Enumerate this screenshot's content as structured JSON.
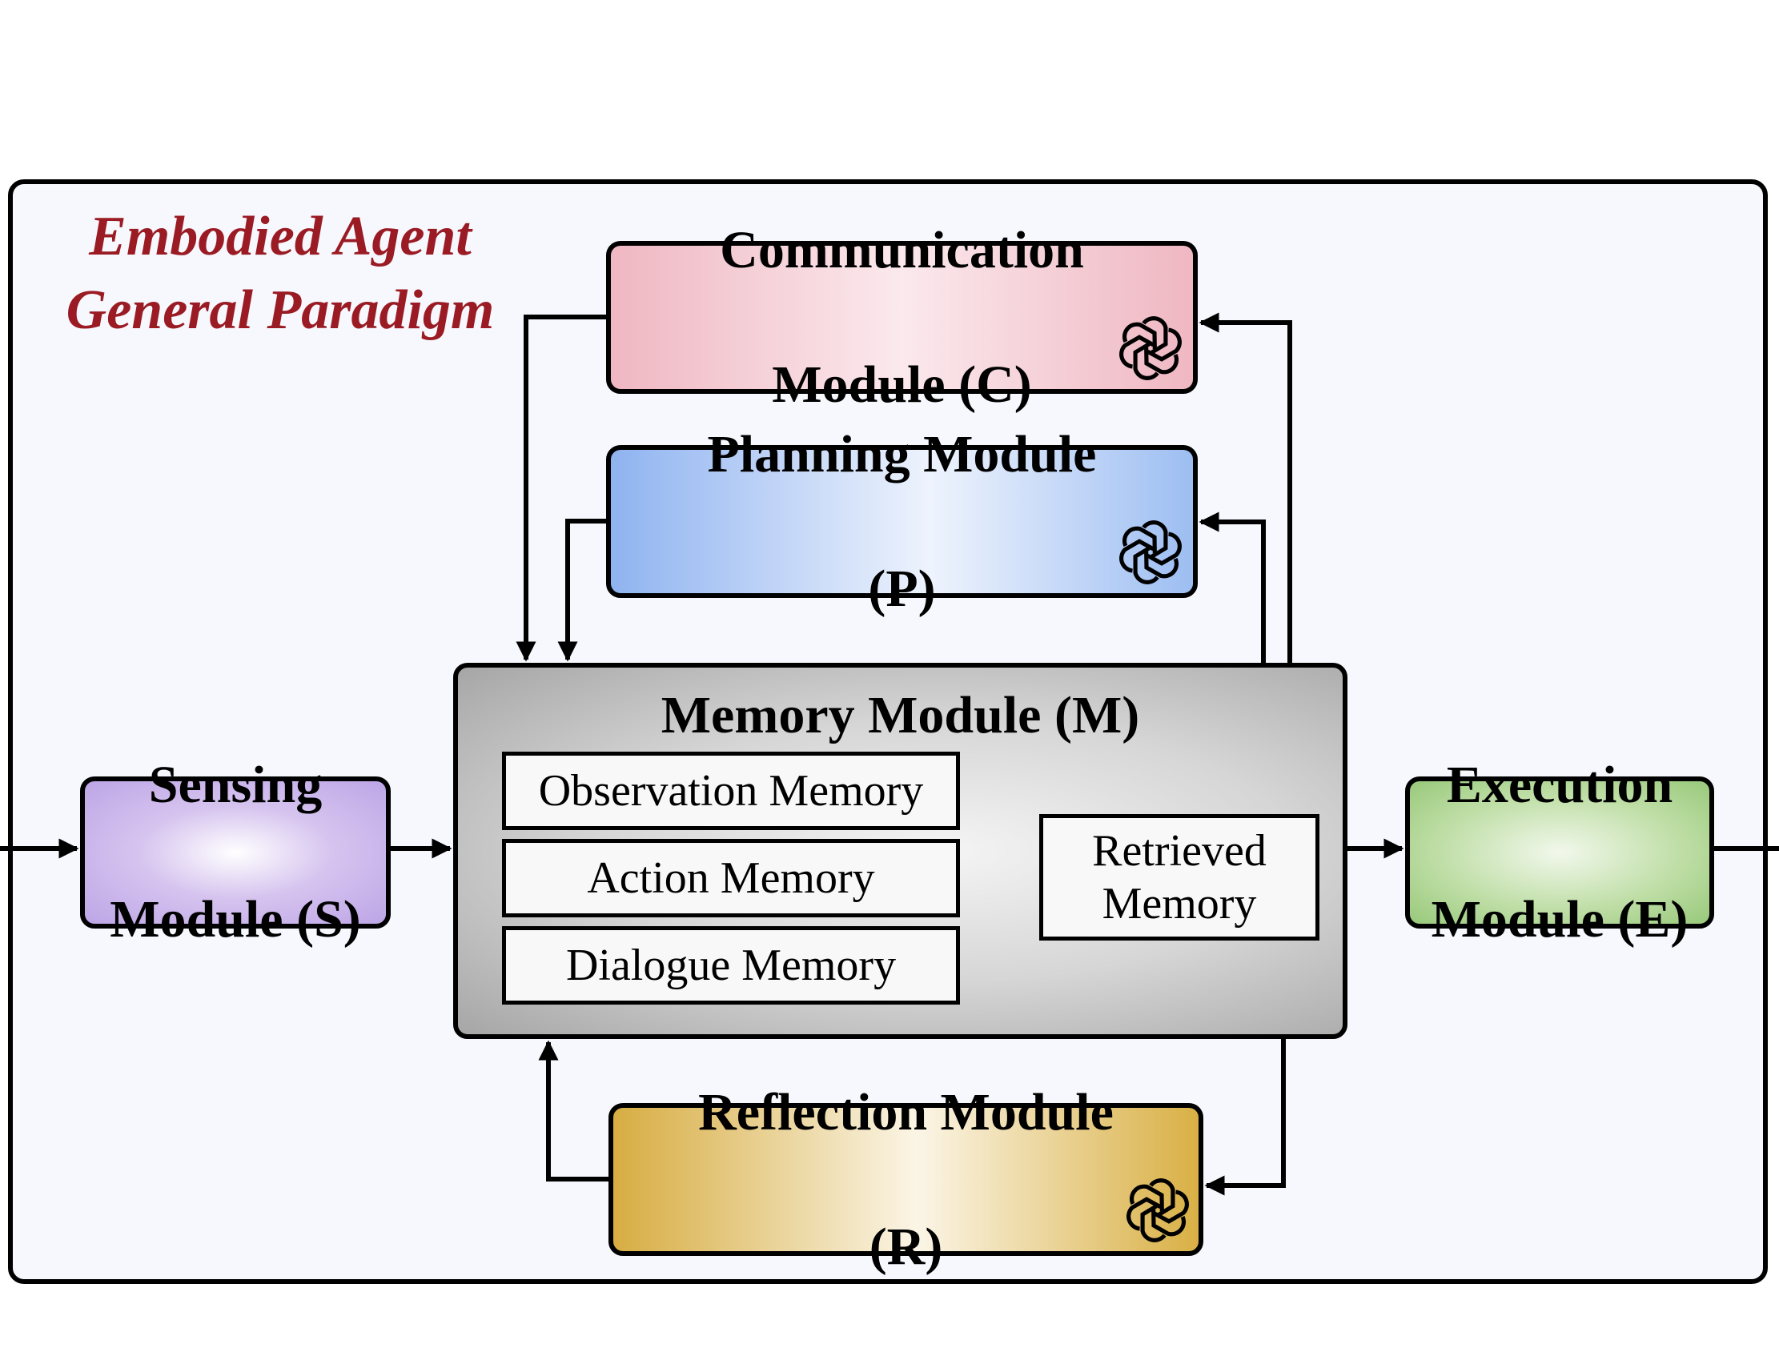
{
  "diagram": {
    "title_line1": "Embodied Agent",
    "title_line2": "General Paradigm",
    "modules": {
      "communication": {
        "line1": "Communication",
        "line2": "Module (C)",
        "color": "#efb7c2",
        "icon": "openai-logo-icon"
      },
      "planning": {
        "line1": "Planning Module",
        "line2": "(P)",
        "color": "#8fb3f0",
        "icon": "openai-logo-icon"
      },
      "memory": {
        "title": "Memory Module (M)",
        "color": "#b0b0b0"
      },
      "reflection": {
        "line1": "Reflection Module",
        "line2": "(R)",
        "color": "#d7ad42",
        "icon": "openai-logo-icon"
      },
      "sensing": {
        "line1": "Sensing",
        "line2": "Module (S)",
        "color": "#bda5e6"
      },
      "execution": {
        "line1": "Execution",
        "line2": "Module (E)",
        "color": "#98c97a"
      }
    },
    "memory_items": {
      "observation": "Observation Memory",
      "action": "Action Memory",
      "dialogue": "Dialogue Memory",
      "retrieved_line1": "Retrieved",
      "retrieved_line2": "Memory"
    },
    "title_color": "#9b1b24"
  }
}
